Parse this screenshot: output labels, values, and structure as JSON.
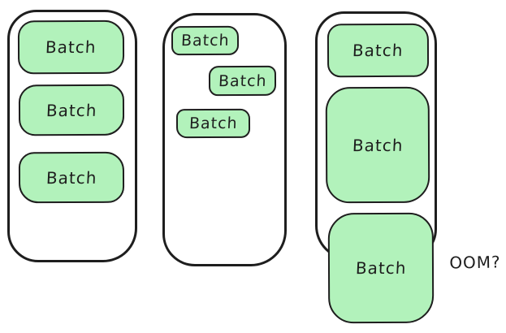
{
  "colors": {
    "background": "#ffffff",
    "stroke": "#1e1e1e",
    "fill": "#b2f2bb"
  },
  "diagram": {
    "description": "Three hand-drawn memory containers holding green Batch blocks; the third container's batches grow larger and overflow past its bottom edge",
    "containers": [
      {
        "name": "uniform-batches-container",
        "boxes": [
          {
            "label": "Batch"
          },
          {
            "label": "Batch"
          },
          {
            "label": "Batch"
          }
        ]
      },
      {
        "name": "staggered-batches-container",
        "boxes": [
          {
            "label": "Batch"
          },
          {
            "label": "Batch"
          },
          {
            "label": "Batch"
          }
        ]
      },
      {
        "name": "growing-batches-container",
        "boxes": [
          {
            "label": "Batch"
          },
          {
            "label": "Batch"
          },
          {
            "label": "Batch"
          }
        ]
      }
    ],
    "annotation": {
      "label": "OOM?"
    }
  }
}
